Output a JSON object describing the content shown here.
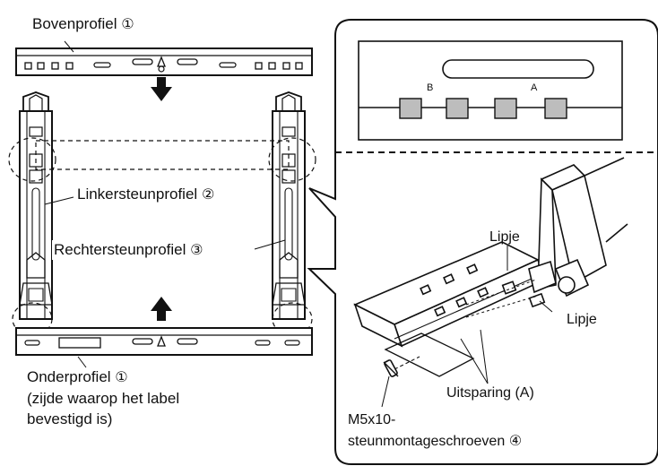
{
  "labels": {
    "top_profile": "Bovenprofiel",
    "top_profile_num": "①",
    "left_profile": "Linkersteunprofiel",
    "left_profile_num": "②",
    "right_profile": "Rechtersteunprofiel",
    "right_profile_num": "③",
    "bottom_profile": "Onderprofiel",
    "bottom_profile_num": "①",
    "bottom_note_line1": "(zijde waarop het label",
    "bottom_note_line2": "bevestigd is)",
    "tab_1": "Lipje",
    "tab_2": "Lipje",
    "recess": "Uitsparing (A)",
    "screw_line1": "M5x10-",
    "screw_line2": "steunmontageschroeven",
    "screw_num": "④",
    "slot_b": "B",
    "slot_a": "A"
  }
}
